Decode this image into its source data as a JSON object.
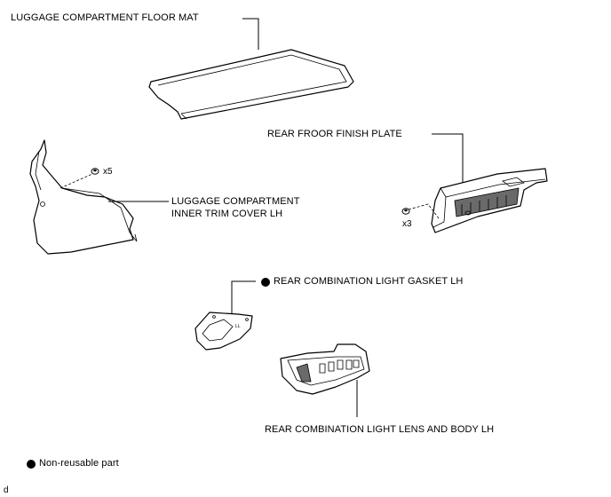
{
  "labels": {
    "floor_mat": "LUGGAGE COMPARTMENT FLOOR MAT",
    "finish_plate": "REAR FROOR FINISH PLATE",
    "trim_cover_line1": "LUGGAGE COMPARTMENT",
    "trim_cover_line2": "INNER TRIM COVER LH",
    "gasket": "REAR COMBINATION LIGHT GASKET LH",
    "lens_body": "REAR COMBINATION LIGHT LENS AND BODY LH"
  },
  "quantities": {
    "trim_cover_fasteners": "x5",
    "finish_plate_fasteners": "x3"
  },
  "gasket_marking": "LL",
  "legend": {
    "non_reusable": "Non-reusable part"
  },
  "figure_code": "d"
}
